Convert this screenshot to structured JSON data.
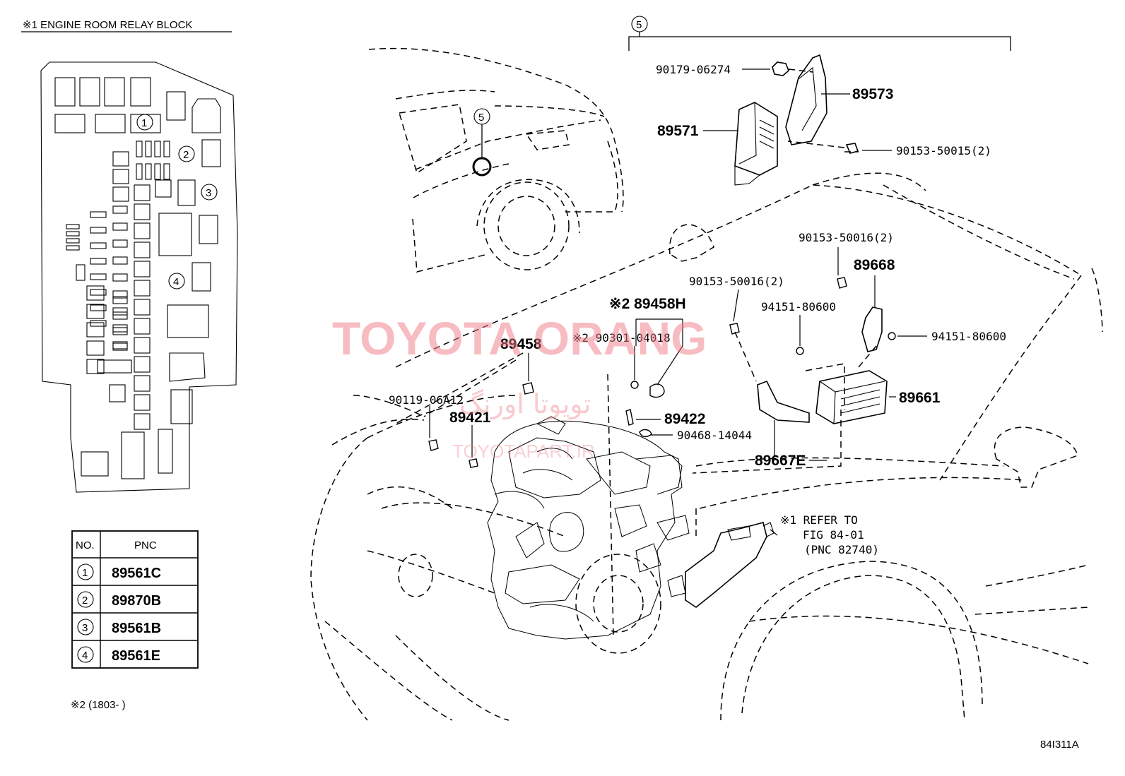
{
  "diagram": {
    "relay_block_title": "※1 ENGINE ROOM RELAY BLOCK",
    "callout_5": "5",
    "relay_callouts": [
      "1",
      "2",
      "3",
      "4"
    ],
    "table": {
      "header_no": "NO.",
      "header_pnc": "PNC",
      "rows": [
        {
          "no": "1",
          "pnc": "89561C"
        },
        {
          "no": "2",
          "pnc": "89870B"
        },
        {
          "no": "3",
          "pnc": "89561B"
        },
        {
          "no": "4",
          "pnc": "89561E"
        }
      ]
    },
    "footnote": "※2 (1803-        )",
    "parts": {
      "p90179": "90179-06274",
      "p89573": "89573",
      "p89571": "89571",
      "p90153_50015": "90153-50015(2)",
      "p90153_50016_a": "90153-50016(2)",
      "p89668": "89668",
      "p90153_50016_b": "90153-50016(2)",
      "p94151_a": "94151-80600",
      "p94151_b": "94151-80600",
      "p89458H": "※2 89458H",
      "p90301": "※2 90301-04018",
      "p89458": "89458",
      "p90119": "90119-06A12",
      "p89421": "89421",
      "p89422": "89422",
      "p90468": "90468-14044",
      "p89661": "89661",
      "p89667E": "89667E"
    },
    "refer": {
      "line1": "※1 REFER TO",
      "line2": "FIG 84-01",
      "line3": "(PNC 82740)"
    },
    "figure_id": "84I311A"
  },
  "watermark": {
    "main": "TOYOTA ORANG",
    "arabic": "تویوتا اورنگ",
    "url": "TOYOTAPART.IR"
  },
  "colors": {
    "watermark": "#f07c86",
    "line": "#000000"
  }
}
